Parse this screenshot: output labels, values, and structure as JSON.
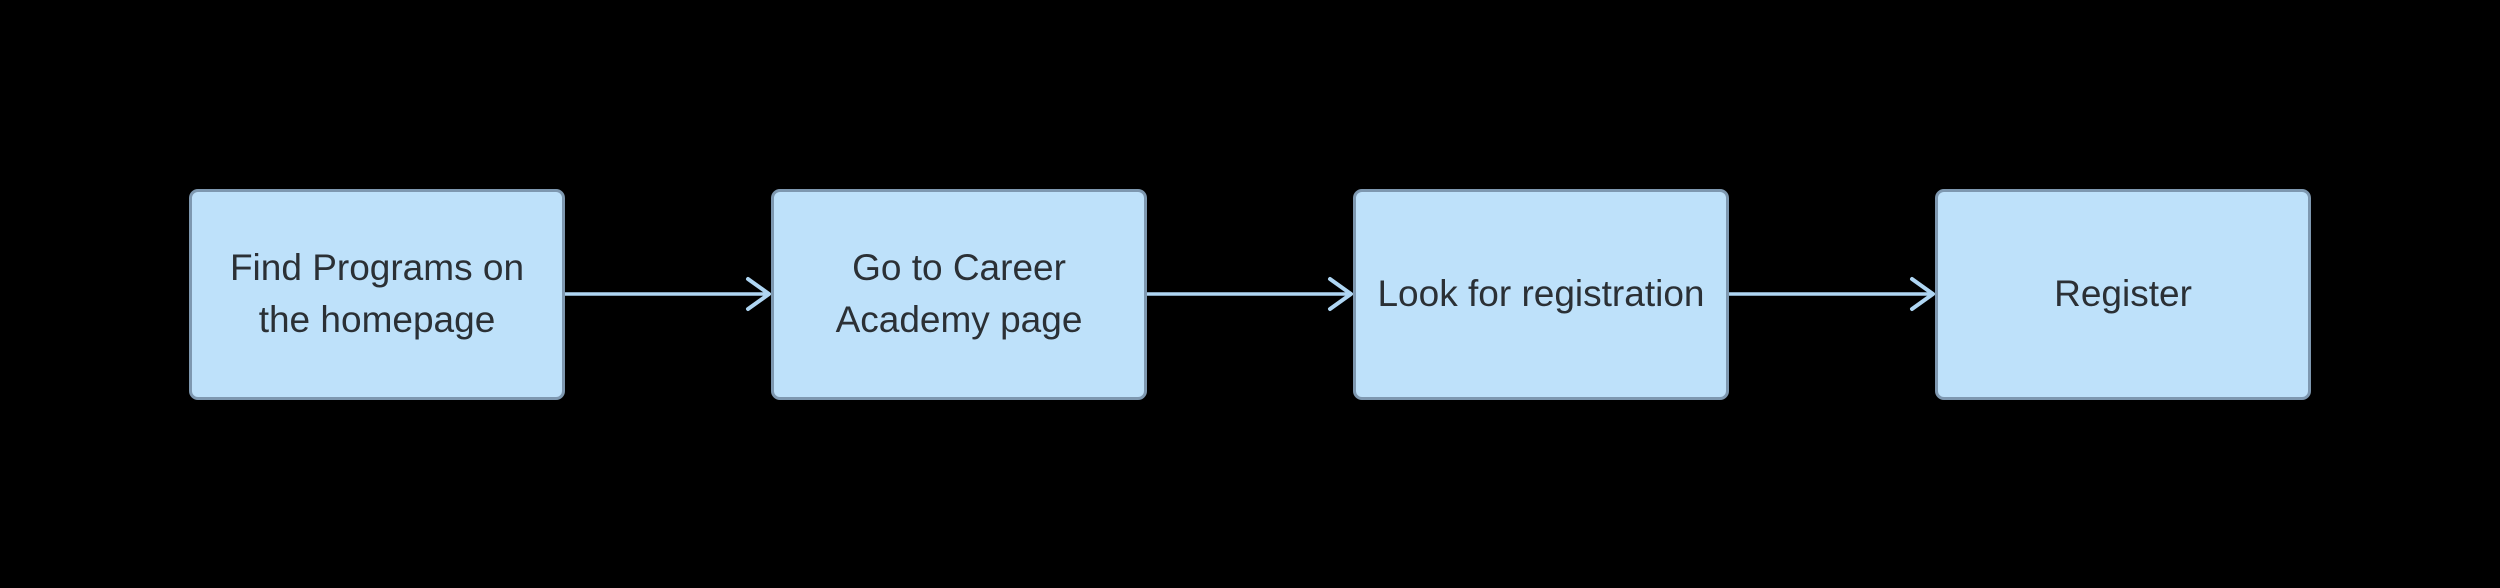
{
  "diagram": {
    "type": "flowchart",
    "direction": "left-to-right",
    "colors": {
      "background": "#000000",
      "node_fill": "#BEE1FA",
      "node_border": "#7E98B0",
      "arrow": "#AFD6F3",
      "text": "#2B3035"
    },
    "nodes": [
      {
        "id": "step-1",
        "label": "Find Programs on the homepage",
        "lines": [
          "Find Programs on",
          "the homepage"
        ]
      },
      {
        "id": "step-2",
        "label": "Go to Career Academy page",
        "lines": [
          "Go to Career",
          "Academy page"
        ]
      },
      {
        "id": "step-3",
        "label": "Look for registration",
        "lines": [
          "Look for registration"
        ]
      },
      {
        "id": "step-4",
        "label": "Register",
        "lines": [
          "Register"
        ]
      }
    ],
    "edges": [
      {
        "from": "step-1",
        "to": "step-2"
      },
      {
        "from": "step-2",
        "to": "step-3"
      },
      {
        "from": "step-3",
        "to": "step-4"
      }
    ]
  }
}
